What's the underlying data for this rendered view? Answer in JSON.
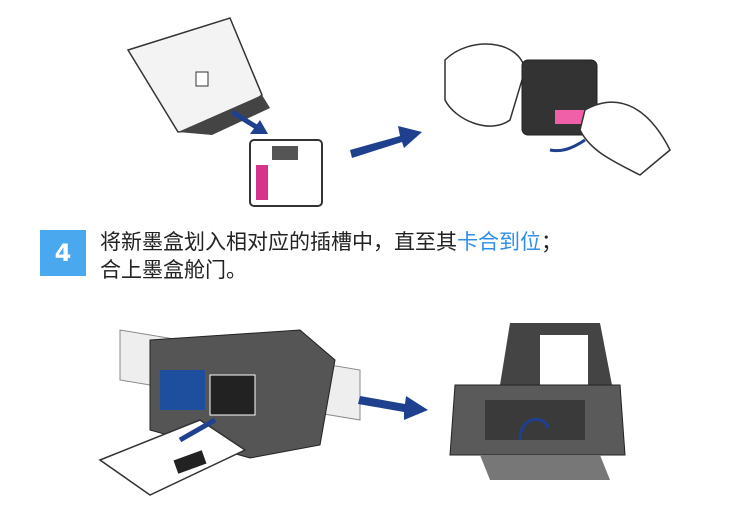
{
  "step": {
    "number": "4",
    "line1_pre": "将新墨盒划入相对应的插槽中，直至其",
    "line1_highlight": "卡合到位",
    "line1_post": "；",
    "line2": "合上墨盒舱门。"
  },
  "colors": {
    "badge": "#4aa8ee",
    "highlight": "#2f8ee8",
    "arrow": "#1f3f8f"
  }
}
